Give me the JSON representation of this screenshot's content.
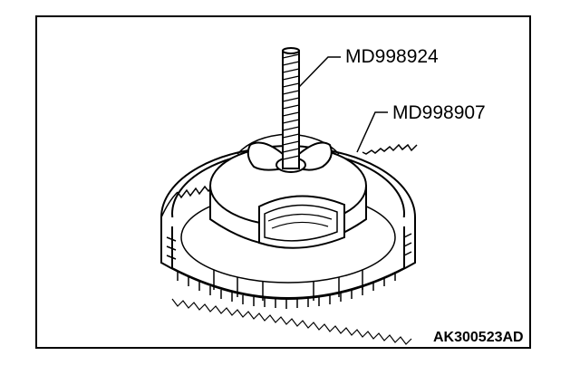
{
  "figure": {
    "figure_id": "AK300523AD",
    "callouts": [
      {
        "label": "MD998924",
        "target": "threaded rod (bolt)"
      },
      {
        "label": "MD998907",
        "target": "removal adapter plate"
      }
    ]
  },
  "colors": {
    "line": "#000000",
    "background": "#ffffff"
  },
  "icons": [
    "threaded-rod-icon",
    "wing-nut-icon",
    "adapter-plate-icon",
    "gear-drum-icon"
  ]
}
